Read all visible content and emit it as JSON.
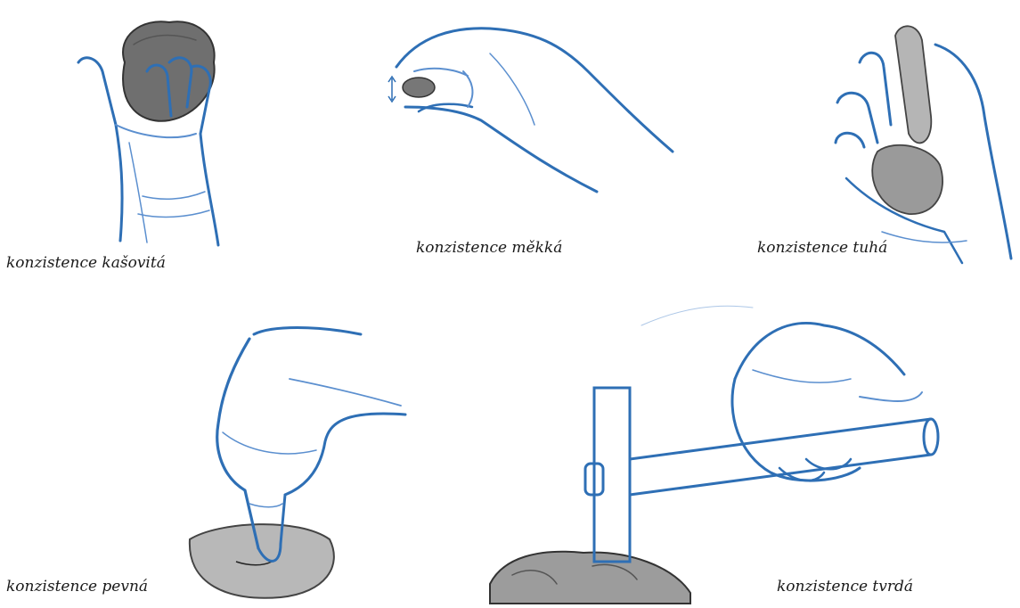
{
  "colors": {
    "sketch_blue": "#2e6fb5",
    "sketch_blue_light": "#5b8fcf",
    "wash_blue": "#d8e6f5",
    "graphite": "#555555",
    "graphite_fill": "#8a8a8a"
  },
  "illustrations": [
    {
      "caption": "konzistence kašovitá"
    },
    {
      "caption": "konzistence měkká"
    },
    {
      "caption": "konzistence tuhá"
    },
    {
      "caption": "konzistence pevná"
    },
    {
      "caption": "konzistence tvrdá"
    }
  ]
}
